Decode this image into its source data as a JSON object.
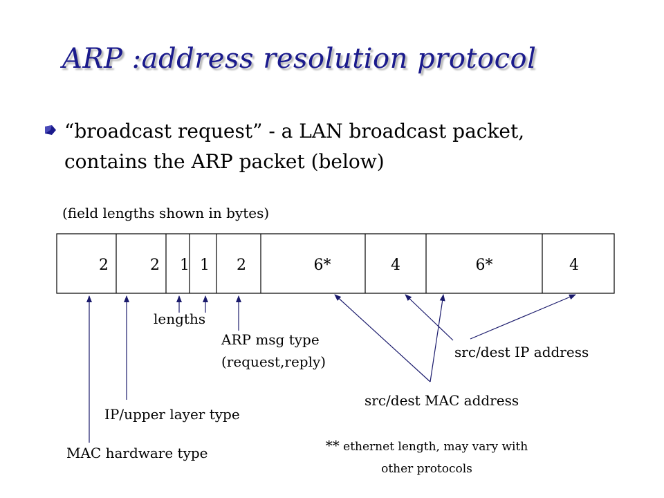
{
  "title": "ARP :address resolution protocol",
  "bullet": {
    "icon": "diamond-bullet-icon",
    "color": "#1a1a8c",
    "line1": "“broadcast request” - a LAN broadcast packet,",
    "line2": "contains the ARP packet (below)"
  },
  "field_note": "(field lengths shown in bytes)",
  "packet_fields": [
    "2",
    "2",
    "1",
    "1",
    "2",
    "6*",
    "4",
    "6*",
    "4"
  ],
  "labels": {
    "lengths": "lengths",
    "arp_msg_type_line1": "ARP msg type",
    "arp_msg_type_line2": "(request,reply)",
    "src_dest_ip": "src/dest IP address",
    "src_dest_mac": "src/dest MAC address",
    "upper_layer_type": "IP/upper layer type",
    "mac_hardware_type": "MAC hardware type"
  },
  "footnote": {
    "stars": "**",
    "line1": "ethernet length, may vary with",
    "line2": "other protocols"
  }
}
